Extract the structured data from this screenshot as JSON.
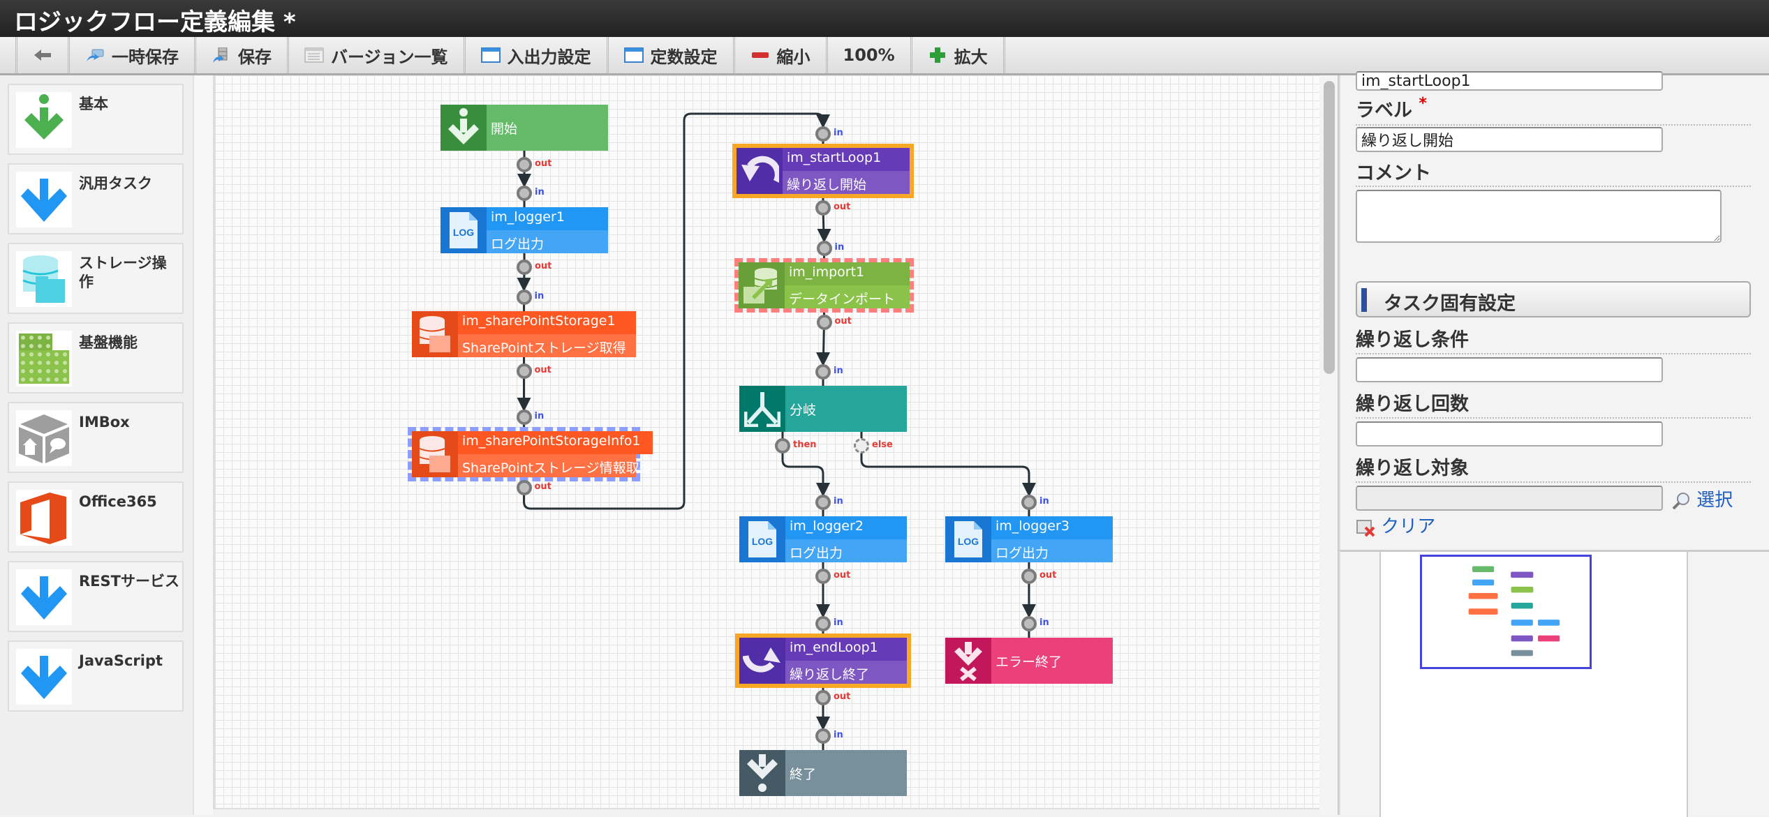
{
  "window": {
    "title": "ロジックフロー定義編集  *"
  },
  "toolbar": {
    "back_icon": "arrow-left-icon",
    "items": [
      {
        "label": "一時保存",
        "icon": "temp-save-icon"
      },
      {
        "label": "保存",
        "icon": "save-icon"
      },
      {
        "label": "バージョン一覧",
        "icon": "version-list-icon"
      },
      {
        "label": "入出力設定",
        "icon": "window-icon"
      },
      {
        "label": "定数設定",
        "icon": "window-icon"
      },
      {
        "label": "縮小",
        "icon": "minus-icon"
      },
      {
        "label": "100%"
      },
      {
        "label": "拡大",
        "icon": "plus-icon"
      }
    ]
  },
  "palette": [
    {
      "label": "基本",
      "icon": "basic-arrow-icon"
    },
    {
      "label": "汎用タスク",
      "icon": "down-arrow-icon"
    },
    {
      "label": "ストレージ操作",
      "icon": "storage-icon"
    },
    {
      "label": "基盤機能",
      "icon": "platform-grid-icon"
    },
    {
      "label": "IMBox",
      "icon": "imbox-cube-icon"
    },
    {
      "label": "Office365",
      "icon": "office365-icon"
    },
    {
      "label": "RESTサービス",
      "icon": "down-arrow-icon"
    },
    {
      "label": "JavaScript",
      "icon": "down-arrow-icon"
    }
  ],
  "flow": {
    "nodes": [
      {
        "id": "start",
        "label": "開始",
        "type": "start",
        "color": "#66bb6a",
        "icon_color": "#388e3c"
      },
      {
        "id": "logger1",
        "name": "im_logger1",
        "label": "ログ出力",
        "type": "logger",
        "color": "#42a5f5",
        "name_color": "#2196f3",
        "icon_color": "#1976d2"
      },
      {
        "id": "sp1",
        "name": "im_sharePointStorage1",
        "label": "SharePointストレージ取得",
        "type": "storage",
        "color": "#ff7043",
        "name_color": "#ff5722",
        "icon_color": "#e64a19"
      },
      {
        "id": "spinfo1",
        "name": "im_sharePointStorageInfo1",
        "label": "SharePointストレージ情報取得",
        "type": "storage",
        "color": "#ff7043",
        "name_color": "#ff5722",
        "icon_color": "#e64a19",
        "selected": true
      },
      {
        "id": "startLoop1",
        "name": "im_startLoop1",
        "label": "繰り返し開始",
        "type": "loop-start",
        "color": "#7e57c2",
        "name_color": "#673ab7",
        "icon_color": "#512da8",
        "highlight": true
      },
      {
        "id": "import1",
        "name": "im_import1",
        "label": "データインポート",
        "type": "import",
        "color": "#8bc34a",
        "name_color": "#7cb342",
        "icon_color": "#689f38",
        "error": true
      },
      {
        "id": "branch",
        "label": "分岐",
        "type": "branch",
        "color": "#26a69a",
        "icon_color": "#00796b"
      },
      {
        "id": "logger2",
        "name": "im_logger2",
        "label": "ログ出力",
        "type": "logger",
        "color": "#42a5f5",
        "name_color": "#2196f3",
        "icon_color": "#1976d2"
      },
      {
        "id": "logger3",
        "name": "im_logger3",
        "label": "ログ出力",
        "type": "logger",
        "color": "#42a5f5",
        "name_color": "#2196f3",
        "icon_color": "#1976d2"
      },
      {
        "id": "endLoop1",
        "name": "im_endLoop1",
        "label": "繰り返し終了",
        "type": "loop-end",
        "color": "#7e57c2",
        "name_color": "#673ab7",
        "icon_color": "#512da8",
        "highlight": true
      },
      {
        "id": "errorEnd",
        "label": "エラー終了",
        "type": "error-end",
        "color": "#ec407a",
        "icon_color": "#c2185b"
      },
      {
        "id": "end",
        "label": "終了",
        "type": "end",
        "color": "#78909c",
        "icon_color": "#455a64"
      }
    ],
    "port_labels": {
      "in": "in",
      "out": "out",
      "then": "then",
      "else": "else"
    },
    "edges": [
      [
        "start",
        "logger1"
      ],
      [
        "logger1",
        "sp1"
      ],
      [
        "sp1",
        "spinfo1"
      ],
      [
        "spinfo1",
        "startLoop1"
      ],
      [
        "startLoop1",
        "import1"
      ],
      [
        "import1",
        "branch"
      ],
      [
        "branch:then",
        "logger2"
      ],
      [
        "branch:else",
        "logger3"
      ],
      [
        "logger2",
        "endLoop1"
      ],
      [
        "logger3",
        "errorEnd"
      ],
      [
        "endLoop1",
        "end"
      ]
    ]
  },
  "properties": {
    "id_value": "im_startLoop1",
    "label_title": "ラベル",
    "required_mark": "*",
    "label_value": "繰り返し開始",
    "comment_title": "コメント",
    "comment_value": "",
    "section_title": "タスク固有設定",
    "loop_condition_title": "繰り返し条件",
    "loop_condition_value": "",
    "loop_count_title": "繰り返し回数",
    "loop_count_value": "",
    "loop_target_title": "繰り返し対象",
    "loop_target_value": "",
    "select_link": "選択",
    "clear_link": "クリア"
  },
  "colors": {
    "selection": "#8c9eff",
    "loop_highlight": "#f9a825",
    "error_outline": "#ff7f7f",
    "port_out": "#e53935",
    "port_in": "#3f51e5"
  }
}
